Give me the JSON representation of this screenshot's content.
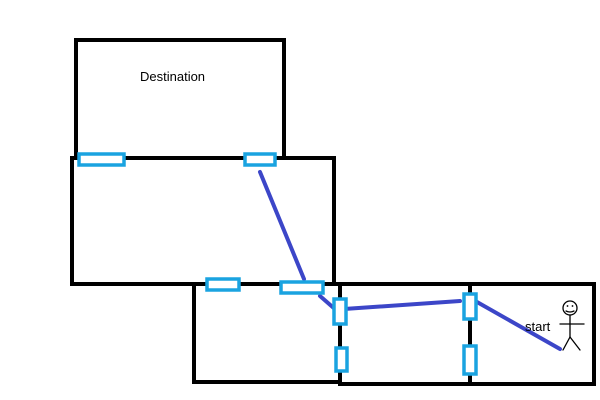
{
  "colors": {
    "wall": "#000000",
    "door": "#1aa3e0",
    "path": "#3c46c8",
    "background": "#ffffff"
  },
  "labels": {
    "destination": "Destination",
    "start": "start"
  },
  "rooms": [
    "destination-room",
    "middle-hall",
    "lower-left-room",
    "lower-middle-room",
    "start-room"
  ],
  "doors": [
    "door-1",
    "door-2",
    "door-3",
    "door-4",
    "door-5",
    "door-6",
    "door-7",
    "door-8"
  ],
  "path_segments": 4,
  "icons": {
    "person": "stick-figure-icon"
  }
}
